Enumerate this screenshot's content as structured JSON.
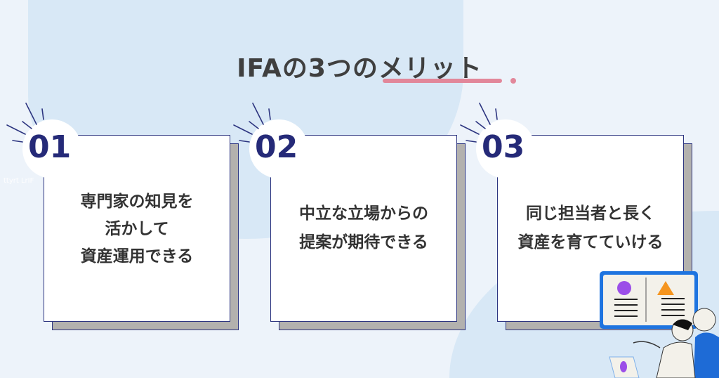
{
  "title": "IFAの3つのメリット",
  "watermark": "ttyrt LrIF",
  "cards": [
    {
      "number": "01",
      "lines": [
        "専門家の知見を",
        "活かして",
        "資産運用できる"
      ]
    },
    {
      "number": "02",
      "lines": [
        "中立な立場からの",
        "提案が期待できる"
      ]
    },
    {
      "number": "03",
      "lines": [
        "同じ担当者と長く",
        "資産を育てていける"
      ]
    }
  ],
  "colors": {
    "accent": "#252a78",
    "underline": "#e2879a",
    "background": "#edf3fa"
  }
}
